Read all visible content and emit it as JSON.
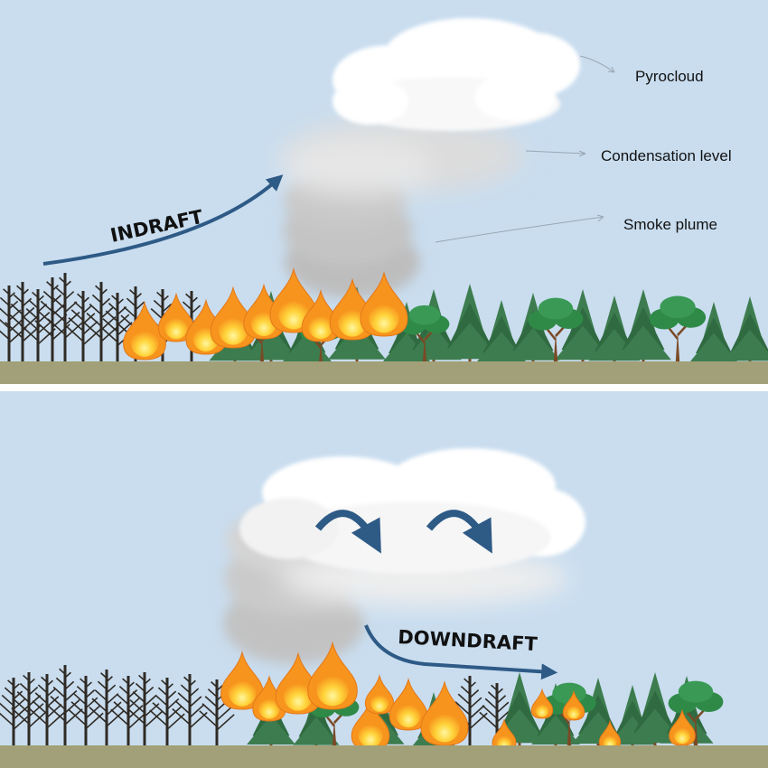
{
  "labels": {
    "pyrocloud": "Pyrocloud",
    "condensation": "Condensation level",
    "smoke": "Smoke plume",
    "indraft": "INDRAFT",
    "downdraft": "DOWNDRAFT"
  },
  "colors": {
    "sky": "#c9ddef",
    "ground": "#a2a078",
    "arrow": "#2e5a86",
    "trunk_dead": "#2f2a24",
    "trunk_live": "#7a4a26",
    "conifer": "#3d7c4e",
    "broadleaf": "#2f8a48",
    "flame_outer": "#f7941d",
    "flame_inner": "#ffd43b",
    "cloud_white": "#ffffff",
    "smoke_gray": "#c8c8c8"
  },
  "icons": [
    "pyrocloud-icon",
    "smoke-plume-icon",
    "flame-icon",
    "tree-icon",
    "arrow-icon"
  ]
}
